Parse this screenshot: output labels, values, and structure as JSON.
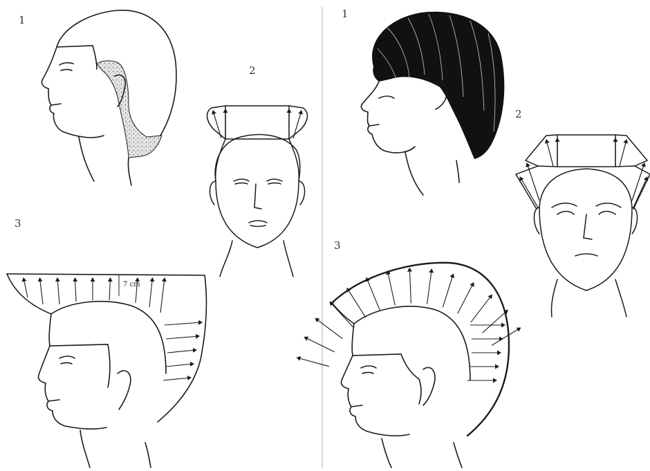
{
  "left_set": {
    "label_1": "1",
    "label_2": "2",
    "label_3": "3",
    "measure_label": "7 cm"
  },
  "right_set": {
    "label_1": "1",
    "label_2": "2",
    "label_3": "3"
  },
  "colors": {
    "ink": "#1a1a1a",
    "label": "#333333",
    "divider": "#c8c8c8",
    "hair_fill": "#111111",
    "shading": "#cfcfcf"
  }
}
